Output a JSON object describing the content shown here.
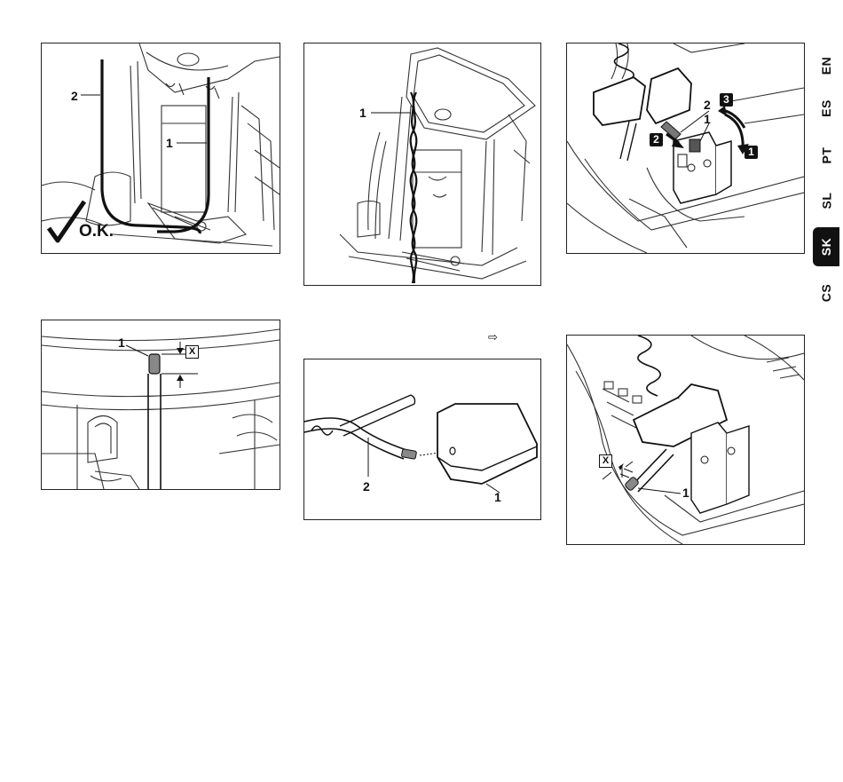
{
  "side_tabs": {
    "items": [
      {
        "label": "EN",
        "active": false
      },
      {
        "label": "ES",
        "active": false
      },
      {
        "label": "PT",
        "active": false
      },
      {
        "label": "SL",
        "active": false
      },
      {
        "label": "SK",
        "active": true
      },
      {
        "label": "CS",
        "active": false
      }
    ]
  },
  "figures": {
    "fig1": {
      "callout_2": "2",
      "callout_1": "1",
      "ok_text": "O.K."
    },
    "fig2": {
      "callout_1": "1"
    },
    "fig3": {
      "callout_2": "2",
      "callout_1": "1",
      "step_1": "1",
      "step_2": "2",
      "step_3": "3"
    },
    "fig4": {
      "callout_1": "1",
      "dimension": "X"
    },
    "fig5": {
      "callout_2": "2",
      "callout_1": "1",
      "ref_arrow": "⇨"
    },
    "fig6": {
      "callout_1": "1",
      "dimension": "X"
    }
  },
  "colors": {
    "ink": "#111111",
    "active_tab": "#111111",
    "tab_text_active": "#ffffff"
  }
}
